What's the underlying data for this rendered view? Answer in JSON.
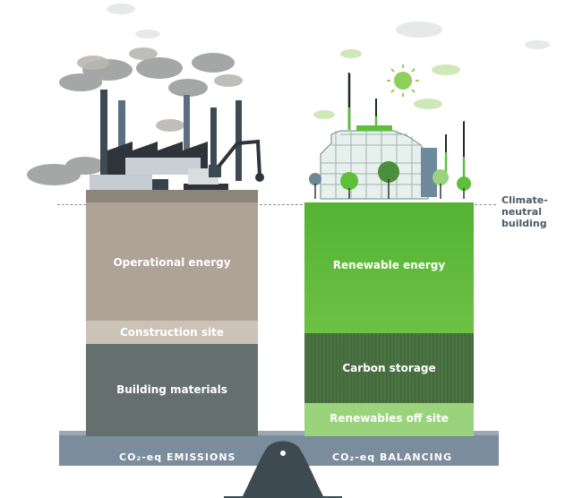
{
  "left_column": {
    "blocks": [
      {
        "label": "Operational energy",
        "color": "#aea396"
      },
      {
        "label": "Construction site",
        "color": "#ccc3b8"
      },
      {
        "label": "Building materials",
        "color": "#64706e"
      }
    ]
  },
  "right_column": {
    "blocks": [
      {
        "label": "Renewable energy",
        "color": "#62bd3a"
      },
      {
        "label": "Carbon storage",
        "color": "#466a3e"
      },
      {
        "label": "Renewables off site",
        "color": "#9bd37d"
      }
    ]
  },
  "side_label": {
    "line1": "Climate-neutral",
    "line2": "building"
  },
  "scale": {
    "left_label": "CO₂-eq EMISSIONS",
    "right_label": "CO₂-eq BALANCING",
    "colors": {
      "bar": "#7b8c9c",
      "fulcrum": "#3e4a52"
    }
  }
}
